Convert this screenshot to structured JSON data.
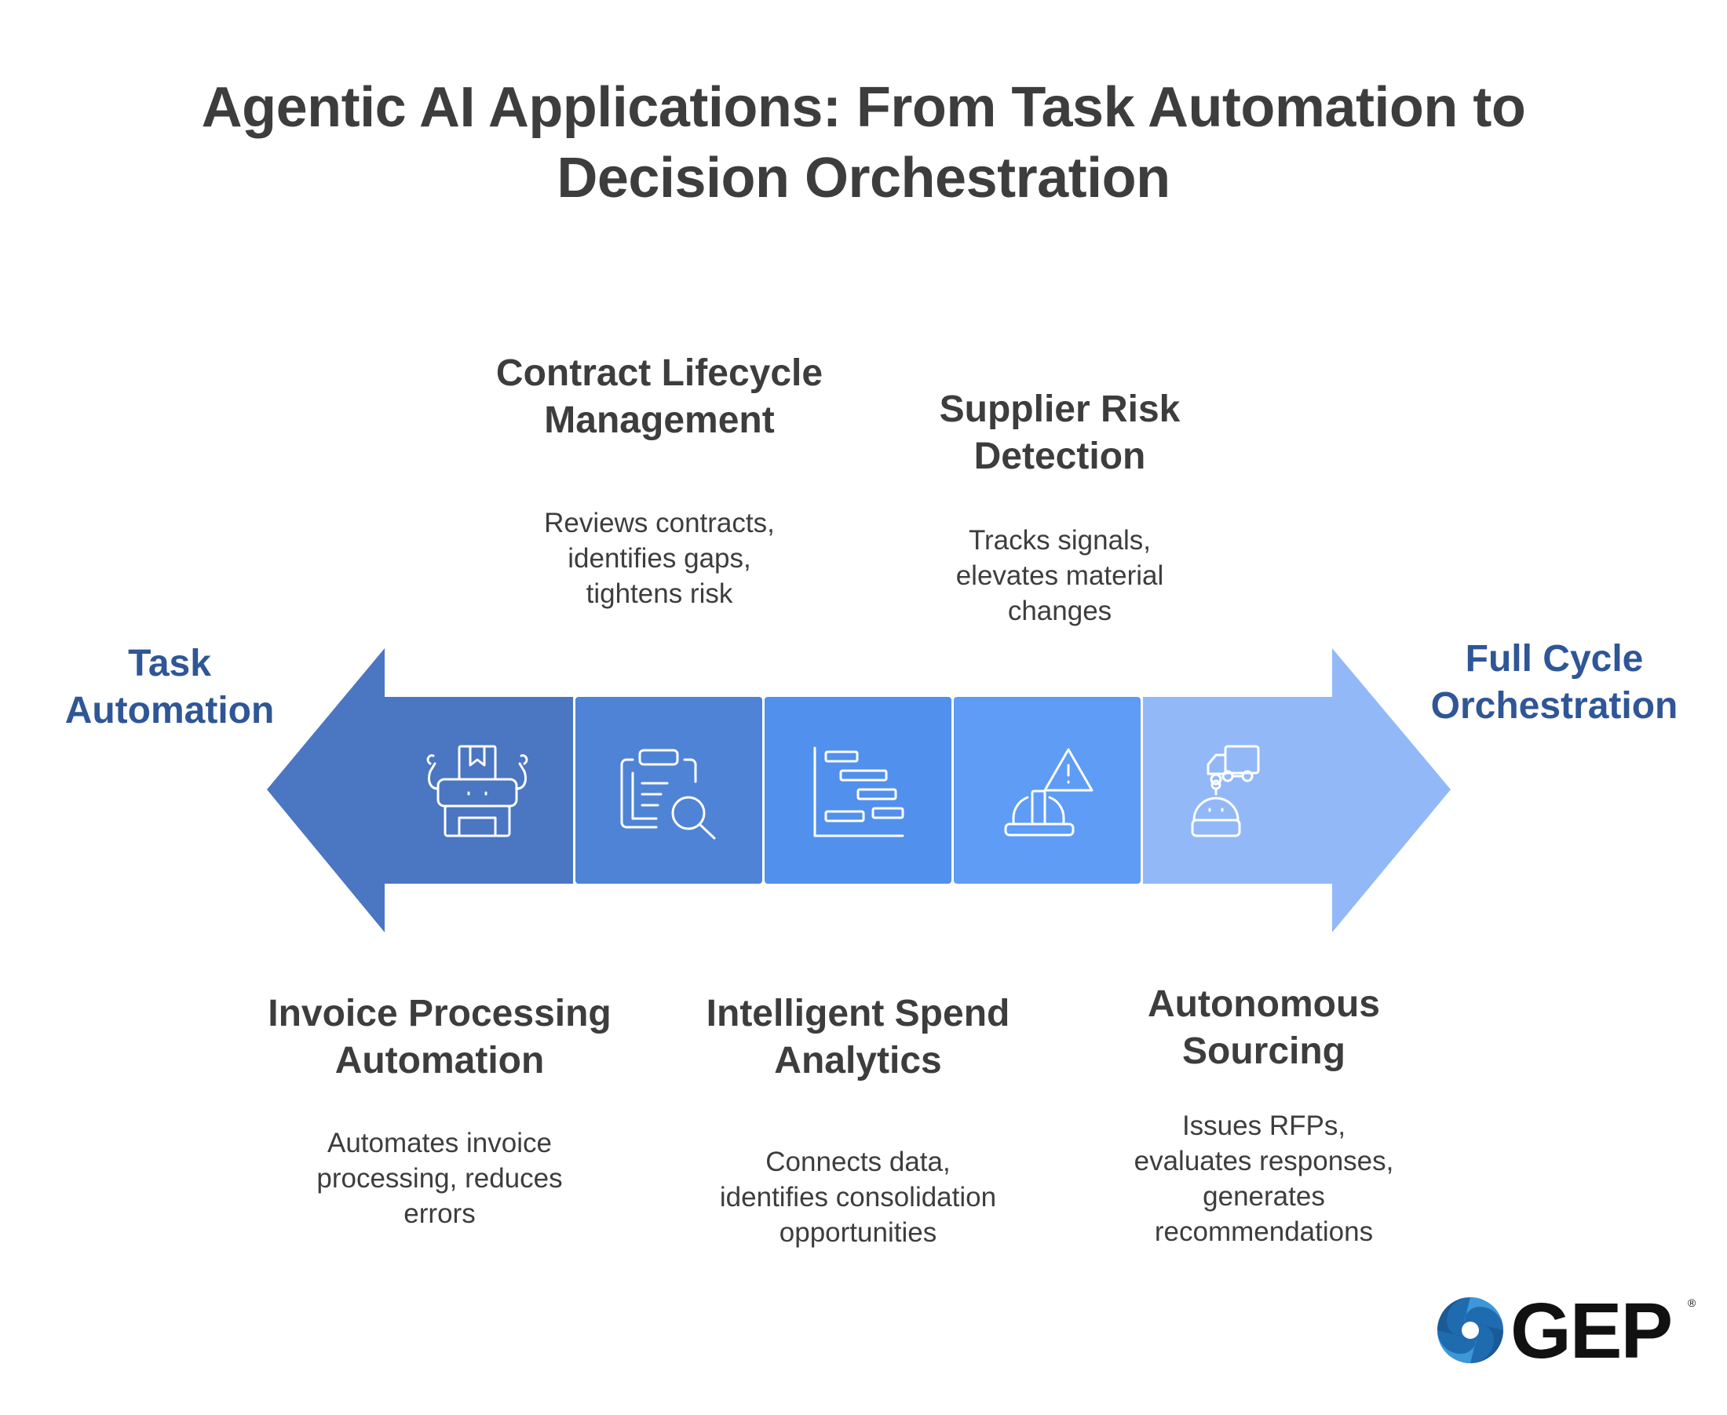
{
  "title": "Agentic AI Applications: From Task Automation to\nDecision Orchestration",
  "ends": {
    "left": "Task\nAutomation",
    "right": "Full Cycle\nOrchestration"
  },
  "stages": [
    {
      "title": "Invoice Processing\nAutomation",
      "desc": "Automates invoice\nprocessing, reduces\nerrors",
      "icon": "robot-package-icon",
      "color": "#4a76c2"
    },
    {
      "title": "Contract Lifecycle\nManagement",
      "desc": "Reviews contracts,\nidentifies gaps,\ntightens risk",
      "icon": "clipboard-search-icon",
      "color": "#4f83d6"
    },
    {
      "title": "Intelligent Spend\nAnalytics",
      "desc": "Connects data,\nidentifies consolidation\nopportunities",
      "icon": "gantt-chart-icon",
      "color": "#5190ec"
    },
    {
      "title": "Supplier Risk\nDetection",
      "desc": "Tracks signals,\nelevates material\nchanges",
      "icon": "hardhat-warning-icon",
      "color": "#5e9cf5"
    },
    {
      "title": "Autonomous\nSourcing",
      "desc": "Issues RFPs,\nevaluates responses,\ngenerates\nrecommendations",
      "icon": "robot-truck-icon",
      "color": "#92b8f8"
    }
  ],
  "arrow_colors": {
    "left": "#4a76c2",
    "right": "#92b8f8"
  },
  "logo": {
    "text": "GEP",
    "mark": "®"
  }
}
